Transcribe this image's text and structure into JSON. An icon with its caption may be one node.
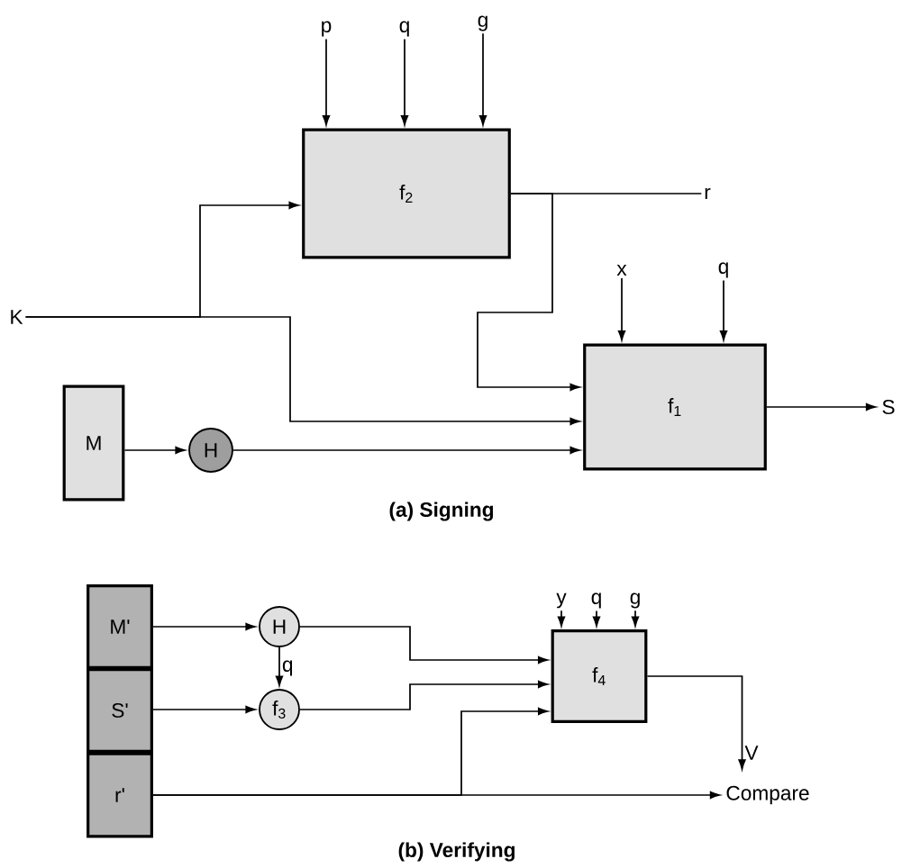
{
  "diagram": {
    "nodes": [
      {
        "text": [
          "p"
        ]
      },
      {
        "text": [
          "q"
        ]
      },
      {
        "text": [
          "g"
        ]
      },
      {
        "text": [
          "f$_{2}$"
        ]
      },
      {
        "text": [
          "r"
        ]
      },
      {
        "text": [
          "K"
        ]
      },
      {
        "text": [
          "x"
        ]
      },
      {
        "text": [
          "q"
        ]
      },
      {
        "text": [
          "f$_{1}$"
        ]
      },
      {
        "text": [
          "S"
        ]
      },
      {
        "text": [
          "M"
        ]
      },
      {
        "text": [
          "H"
        ]
      },
      {
        "text": [
          "y"
        ]
      },
      {
        "text": [
          "q"
        ]
      },
      {
        "text": [
          "g"
        ]
      },
      {
        "text": [
          "M'"
        ]
      },
      {
        "text": [
          "S'"
        ]
      },
      {
        "text": [
          "r'"
        ]
      },
      {
        "text": [
          "H"
        ]
      },
      {
        "text": [
          "f$_{3}$"
        ]
      },
      {
        "text": [
          "f$_{4}$"
        ]
      },
      {
        "text": [
          "V"
        ]
      },
      {
        "text": [
          "Compare"
        ]
      }
    ],
    "edges": [
      {
        "from": 0,
        "to": 3,
        "arrow": "to"
      },
      {
        "from": 1,
        "to": 3,
        "arrow": "to"
      },
      {
        "from": 2,
        "to": 3,
        "arrow": "to"
      },
      {
        "from": 3,
        "to": 4,
        "arrow": "none"
      },
      {
        "from": 5,
        "to": 3,
        "arrow": "to"
      },
      {
        "from": 5,
        "to": 8,
        "arrow": "to"
      },
      {
        "from": 3,
        "to": 8,
        "arrow": "to"
      },
      {
        "from": 6,
        "to": 8,
        "arrow": "to"
      },
      {
        "from": 7,
        "to": 8,
        "arrow": "to"
      },
      {
        "from": 8,
        "to": 9,
        "arrow": "to"
      },
      {
        "from": 10,
        "to": 11,
        "arrow": "to"
      },
      {
        "from": 11,
        "to": 8,
        "arrow": "to"
      },
      {
        "from": 12,
        "to": 20,
        "arrow": "to"
      },
      {
        "from": 13,
        "to": 20,
        "arrow": "to"
      },
      {
        "from": 14,
        "to": 20,
        "arrow": "to"
      },
      {
        "from": 15,
        "to": 18,
        "arrow": "to"
      },
      {
        "from": 18,
        "to": 19,
        "label": "q",
        "arrow": "to"
      },
      {
        "from": 16,
        "to": 19,
        "arrow": "to"
      },
      {
        "from": 18,
        "to": 20,
        "arrow": "to"
      },
      {
        "from": 19,
        "to": 20,
        "arrow": "to"
      },
      {
        "from": 17,
        "to": 20,
        "arrow": "to"
      },
      {
        "from": 17,
        "to": 22,
        "arrow": "to"
      },
      {
        "from": 20,
        "to": 21,
        "arrow": "to"
      }
    ],
    "labels": [
      "(a) Signing",
      "(b) Verifying"
    ]
  }
}
